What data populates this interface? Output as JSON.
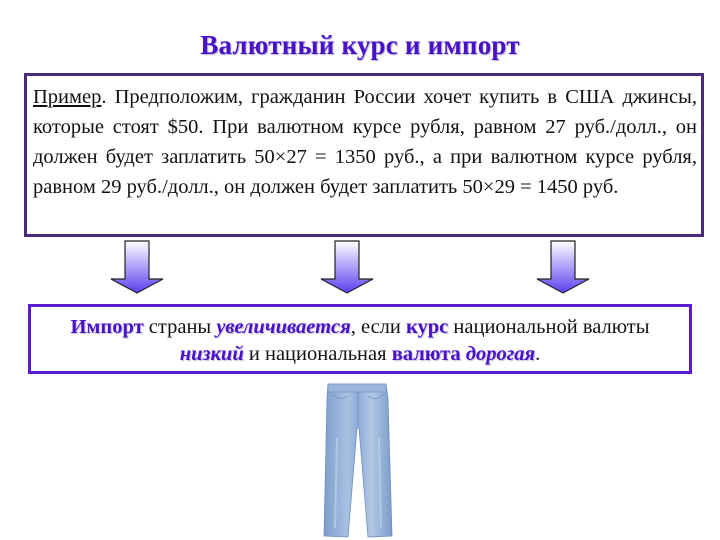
{
  "slide": {
    "title": "Валютный курс и импорт",
    "example": {
      "label": "Пример",
      "text": ". Предположим, гражданин России хочет купить в США джинсы, которые стоят $50. При валютном курсе рубля, равном 27 руб./долл., он должен будет заплатить 50×27 = 1350 руб., а при валютном курсе рубля, равном 29 руб./долл., он должен будет заплатить 50×29 = 1450 руб."
    },
    "arrows": [
      {
        "icon": "down-arrow-icon"
      },
      {
        "icon": "down-arrow-icon"
      },
      {
        "icon": "down-arrow-icon"
      }
    ],
    "conclusion": {
      "parts": [
        {
          "text": "Импорт",
          "style": "bold"
        },
        {
          "text": " страны ",
          "style": "plain"
        },
        {
          "text": "увеличивается",
          "style": "bold-italic"
        },
        {
          "text": ", если ",
          "style": "plain"
        },
        {
          "text": "курс",
          "style": "bold"
        },
        {
          "text": " национальной валюты ",
          "style": "plain"
        },
        {
          "text": "низкий",
          "style": "bold-italic"
        },
        {
          "text": " и национальная ",
          "style": "plain"
        },
        {
          "text": "валюта",
          "style": "bold"
        },
        {
          "text": " ",
          "style": "plain"
        },
        {
          "text": "дорогая",
          "style": "bold-italic"
        },
        {
          "text": ".",
          "style": "plain"
        }
      ]
    },
    "image": {
      "icon": "jeans-image"
    },
    "colors": {
      "title": "#4a12c8",
      "example_border": "#4b2a7a",
      "conclusion_border": "#5a1ad0",
      "highlight": "#4a12c8",
      "arrow_gradient_top": "#ffffff",
      "arrow_gradient_bottom": "#5b3ff0"
    }
  }
}
